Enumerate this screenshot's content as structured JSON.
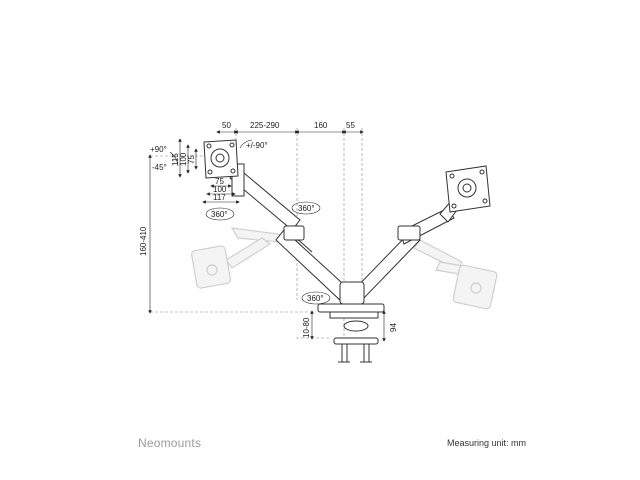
{
  "dimensions": {
    "top_50": "50",
    "top_225_290": "225-290",
    "top_160": "160",
    "top_55": "55",
    "tilt_plus90": "+90°",
    "tilt_minus45": "-45°",
    "rotate_pm90": "+/-90°",
    "vesa_115": "115",
    "vesa_100": "100",
    "vesa_75": "75",
    "vesa_h75": "75",
    "vesa_h100": "100",
    "vesa_h117": "117",
    "swivel_head": "360°",
    "swivel_elbow": "360°",
    "swivel_base": "360°",
    "height_range": "160-410",
    "clamp_range": "10-80",
    "clamp_94": "94"
  },
  "footer": {
    "brand": "Neomounts",
    "unit": "Measuring unit: mm"
  }
}
